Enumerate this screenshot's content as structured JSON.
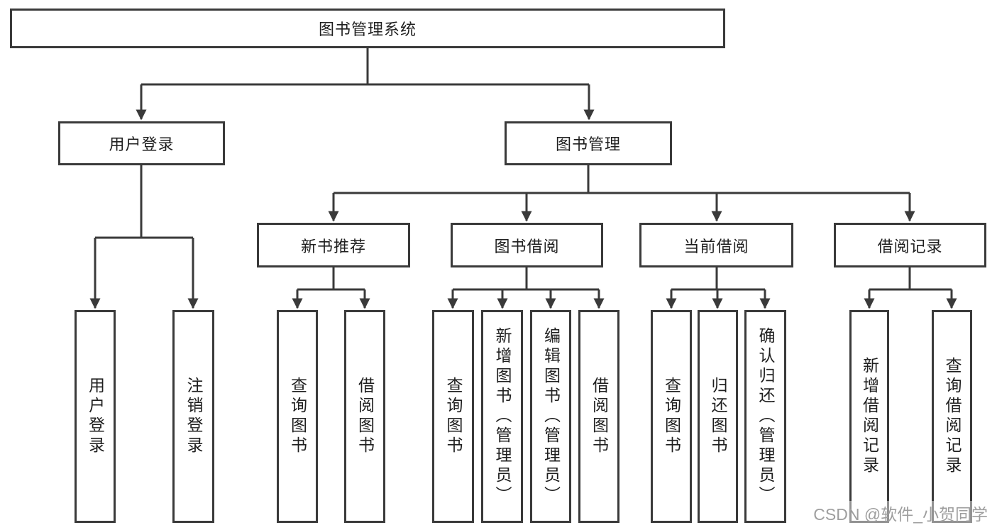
{
  "tree": {
    "label": "图书管理系统",
    "children": [
      {
        "label": "用户登录",
        "children": [
          {
            "label": "用户登录"
          },
          {
            "label": "注销登录"
          }
        ]
      },
      {
        "label": "图书管理",
        "children": [
          {
            "label": "新书推荐",
            "children": [
              {
                "label": "查询图书"
              },
              {
                "label": "借阅图书"
              }
            ]
          },
          {
            "label": "图书借阅",
            "children": [
              {
                "label": "查询图书"
              },
              {
                "label": "新增图书（管理员）"
              },
              {
                "label": "编辑图书（管理员）"
              },
              {
                "label": "借阅图书"
              }
            ]
          },
          {
            "label": "当前借阅",
            "children": [
              {
                "label": "查询图书"
              },
              {
                "label": "归还图书"
              },
              {
                "label": "确认归还（管理员）"
              }
            ]
          },
          {
            "label": "借阅记录",
            "children": [
              {
                "label": "新增借阅记录"
              },
              {
                "label": "查询借阅记录"
              }
            ]
          }
        ]
      }
    ]
  },
  "watermark": {
    "text": "CSDN @软件_小贺同学"
  },
  "colors": {
    "line": "#3a3a3a",
    "text": "#1f1f1f",
    "watermark": "#9e9e9e",
    "bg": "#ffffff"
  }
}
